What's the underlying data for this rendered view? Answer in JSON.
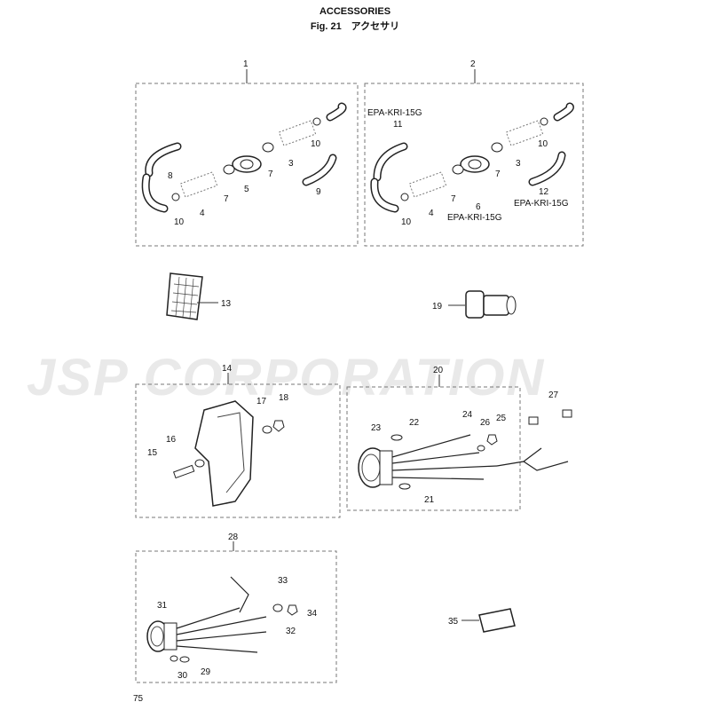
{
  "header": {
    "title": "ACCESSORIES",
    "subtitle": "Fig. 21　アクセサリ"
  },
  "watermark": {
    "text": "JSP CORPORATION"
  },
  "page_number": "75",
  "groups": [
    {
      "id": "group-1",
      "label": "1"
    },
    {
      "id": "group-2",
      "label": "2"
    },
    {
      "id": "group-14",
      "label": "14"
    },
    {
      "id": "group-20",
      "label": "20"
    },
    {
      "id": "group-28",
      "label": "28"
    }
  ],
  "callouts": {
    "p3a": "3",
    "p3b": "3",
    "p4a": "4",
    "p4b": "4",
    "p5": "5",
    "p6": "6",
    "p7a": "7",
    "p7b": "7",
    "p7c": "7",
    "p7d": "7",
    "p8": "8",
    "p9": "9",
    "p10a": "10",
    "p10b": "10",
    "p10c": "10",
    "p10d": "10",
    "p11": "11",
    "p12": "12",
    "p13": "13",
    "p15": "15",
    "p16": "16",
    "p17": "17",
    "p18": "18",
    "p19": "19",
    "p21": "21",
    "p22": "22",
    "p23": "23",
    "p24": "24",
    "p25": "25",
    "p26": "26",
    "p27": "27",
    "p29": "29",
    "p30": "30",
    "p31": "31",
    "p32": "32",
    "p33": "33",
    "p34": "34",
    "p35": "35"
  },
  "notes": {
    "epa_11": "EPA-KRI-15G",
    "epa_6": "EPA-KRI-15G",
    "epa_12": "EPA-KRI-15G"
  }
}
